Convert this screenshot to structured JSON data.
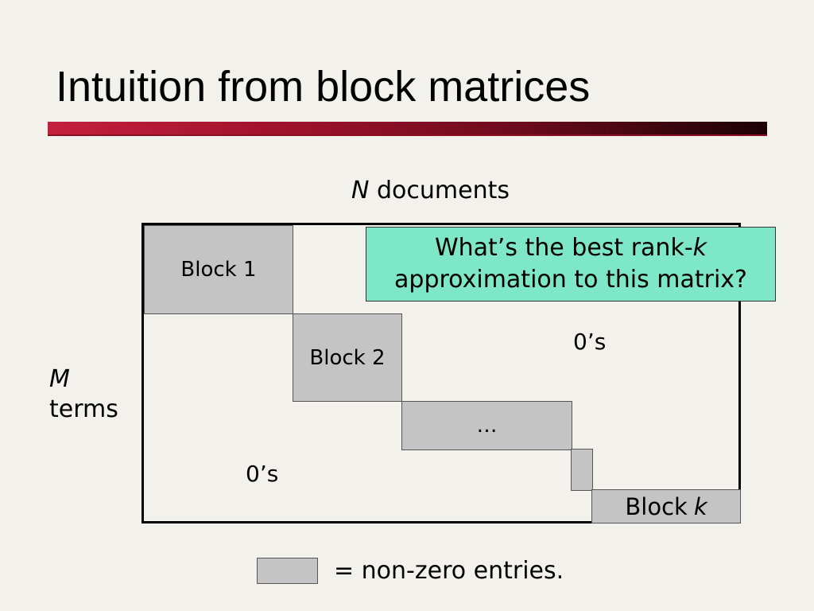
{
  "slide": {
    "title": "Intuition from block matrices"
  },
  "axis": {
    "columns_var": "N",
    "columns_label": " documents",
    "rows_var": "M",
    "rows_label": "terms"
  },
  "matrix": {
    "block1": "Block 1",
    "block2": "Block 2",
    "ellipsis": "…",
    "blockk_prefix": "Block ",
    "blockk_var": "k",
    "zeros_upper": "0’s",
    "zeros_lower": "0’s"
  },
  "callout": {
    "line1_prefix": "What’s the best rank-",
    "line1_var": "k",
    "line2": "approximation to this matrix?"
  },
  "legend": {
    "text": "= non-zero entries."
  },
  "colors": {
    "background": "#f3f1ec",
    "block_fill": "#c4c4c4",
    "callout_fill": "#7ee7c8",
    "title_bar_start": "#c3203c",
    "title_bar_end": "#1c0206"
  }
}
